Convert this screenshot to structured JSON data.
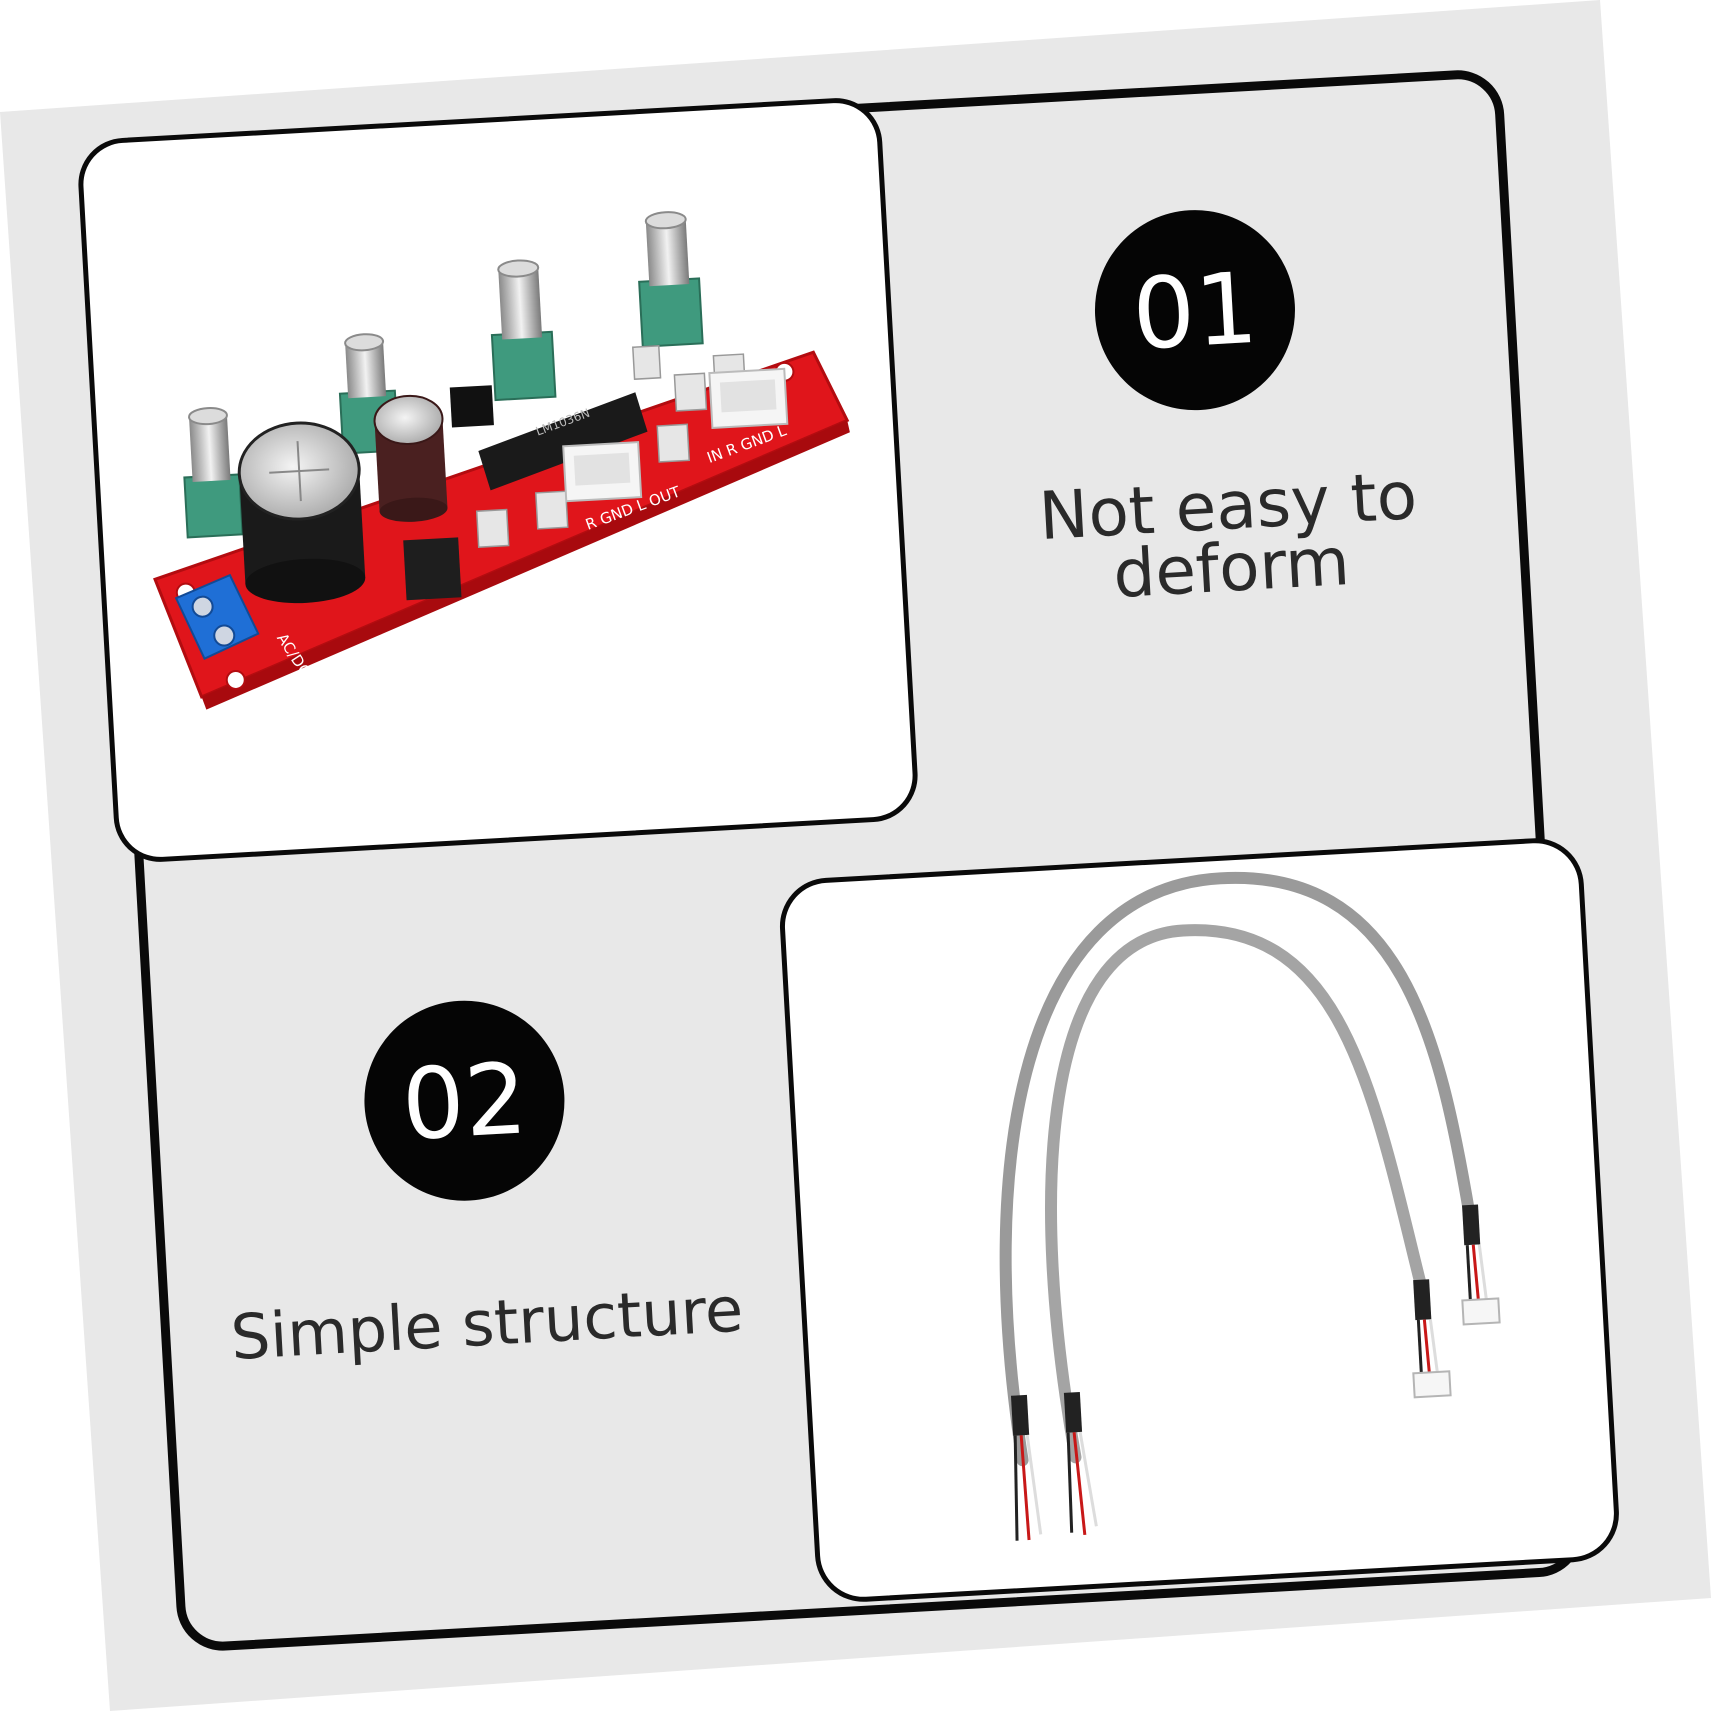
{
  "features": [
    {
      "number": "01",
      "lines": [
        "Not easy to",
        "deform"
      ]
    },
    {
      "number": "02",
      "lines": [
        "Simple structure"
      ]
    }
  ],
  "board": {
    "labels": {
      "power": "AC/DC",
      "output": "R GND L OUT",
      "input": "IN R GND L",
      "chip": "LM1036N"
    }
  },
  "colors": {
    "outer_gray": "#e8e8e8",
    "frame": "#0a0a0a",
    "pcb_red": "#e0151b",
    "pot_green": "#3f9a7e",
    "cable_gray": "#9a9a9a"
  }
}
